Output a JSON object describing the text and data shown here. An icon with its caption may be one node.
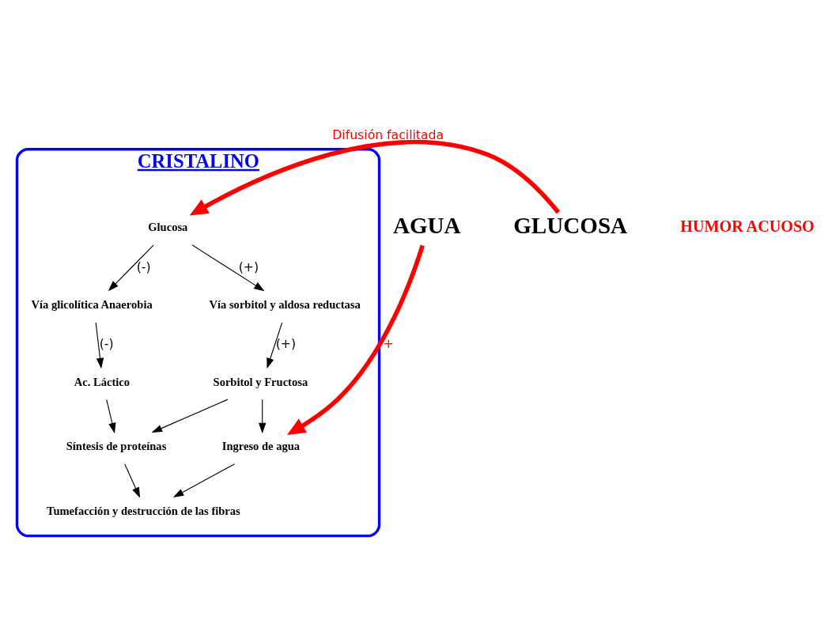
{
  "diagram": {
    "nodes": [
      {
        "text": [
          "CRISTALINO"
        ]
      },
      {
        "text": [
          "Glucosa"
        ],
        "in": 0
      },
      {
        "text": [
          "Vía glicolítica Anaerobia"
        ],
        "in": 0
      },
      {
        "text": [
          "Vía sorbitol y aldosa reductasa"
        ],
        "in": 0
      },
      {
        "text": [
          "Ac. Láctico"
        ],
        "in": 0
      },
      {
        "text": [
          "Sorbitol y Fructosa"
        ],
        "in": 0
      },
      {
        "text": [
          "Síntesis de proteínas"
        ],
        "in": 0
      },
      {
        "text": [
          "Ingreso de agua"
        ],
        "in": 0
      },
      {
        "text": [
          "Tumefacción y destrucción de las fibras"
        ],
        "in": 0
      },
      {
        "text": [
          "GLUCOSA"
        ]
      },
      {
        "text": [
          "AGUA"
        ]
      }
    ],
    "edges": [
      {
        "from": 9,
        "to": 1,
        "arrow": "to",
        "label": "Difusión facilitada",
        "style": "thick",
        "color": "#ff0000"
      },
      {
        "from": 1,
        "to": 2,
        "arrow": "to",
        "label": "(-)"
      },
      {
        "from": 1,
        "to": 3,
        "arrow": "to",
        "label": "(+)"
      },
      {
        "from": 2,
        "to": 4,
        "arrow": "to",
        "label": "(-)"
      },
      {
        "from": 3,
        "to": 5,
        "arrow": "to",
        "label": "(+)"
      },
      {
        "from": 4,
        "to": 6,
        "arrow": "to"
      },
      {
        "from": 5,
        "to": 6,
        "arrow": "to"
      },
      {
        "from": 5,
        "to": 7,
        "arrow": "to"
      },
      {
        "from": 6,
        "to": 8,
        "arrow": "to"
      },
      {
        "from": 7,
        "to": 8,
        "arrow": "to"
      },
      {
        "from": 10,
        "to": 7,
        "arrow": "to",
        "label": "+",
        "style": "thick",
        "color": "#ff0000"
      }
    ],
    "labels": [
      "HUMOR ACUOSO"
    ]
  }
}
